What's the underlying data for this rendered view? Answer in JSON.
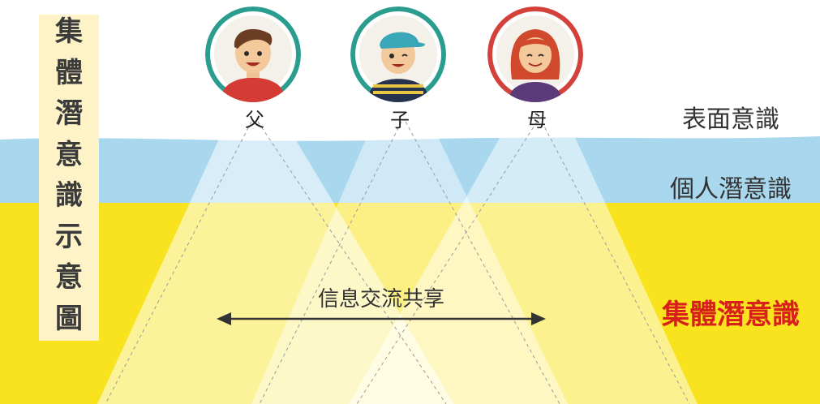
{
  "title_vertical": [
    "集",
    "體",
    "潛",
    "意",
    "識",
    "示",
    "意",
    "圖"
  ],
  "people": [
    {
      "role": "父",
      "icon": "father-avatar-icon",
      "ring_color": "#2a9d8f"
    },
    {
      "role": "子",
      "icon": "son-avatar-icon",
      "ring_color": "#2a9d8f"
    },
    {
      "role": "母",
      "icon": "mother-avatar-icon",
      "ring_color": "#d3423a"
    }
  ],
  "layers": {
    "surface": "表面意識",
    "personal": "個人潛意識",
    "collective": "集體潛意識"
  },
  "exchange": {
    "label": "信息交流共享"
  },
  "colors": {
    "sky_blue": "#a9d8ee",
    "collective_yellow": "#f9e21e",
    "beam_light": "#fbf4c8",
    "collective_label": "#d8201a"
  }
}
